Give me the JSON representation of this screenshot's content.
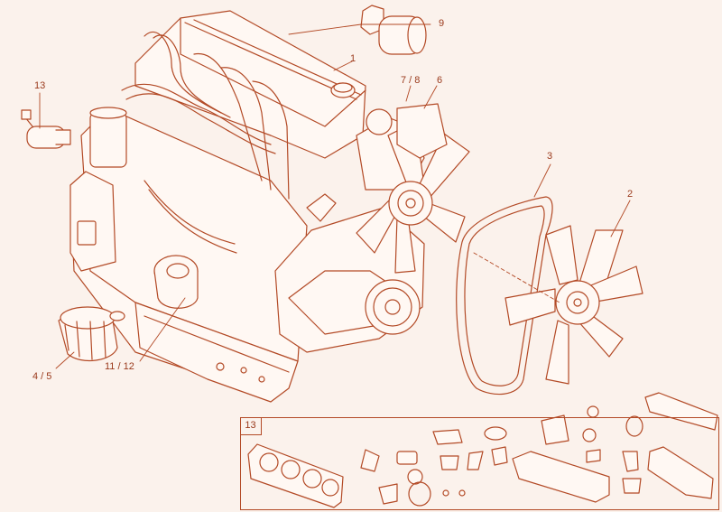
{
  "callouts": {
    "c1": "1",
    "c2": "2",
    "c3": "3",
    "c4_5": "4 / 5",
    "c6": "6",
    "c7_8": "7 / 8",
    "c9": "9",
    "c11_12": "11 / 12",
    "c13_top": "13",
    "c13_kit": "13"
  },
  "colors": {
    "line": "#b34a26",
    "background": "#fbf2ec",
    "fill": "#fff8f3"
  }
}
